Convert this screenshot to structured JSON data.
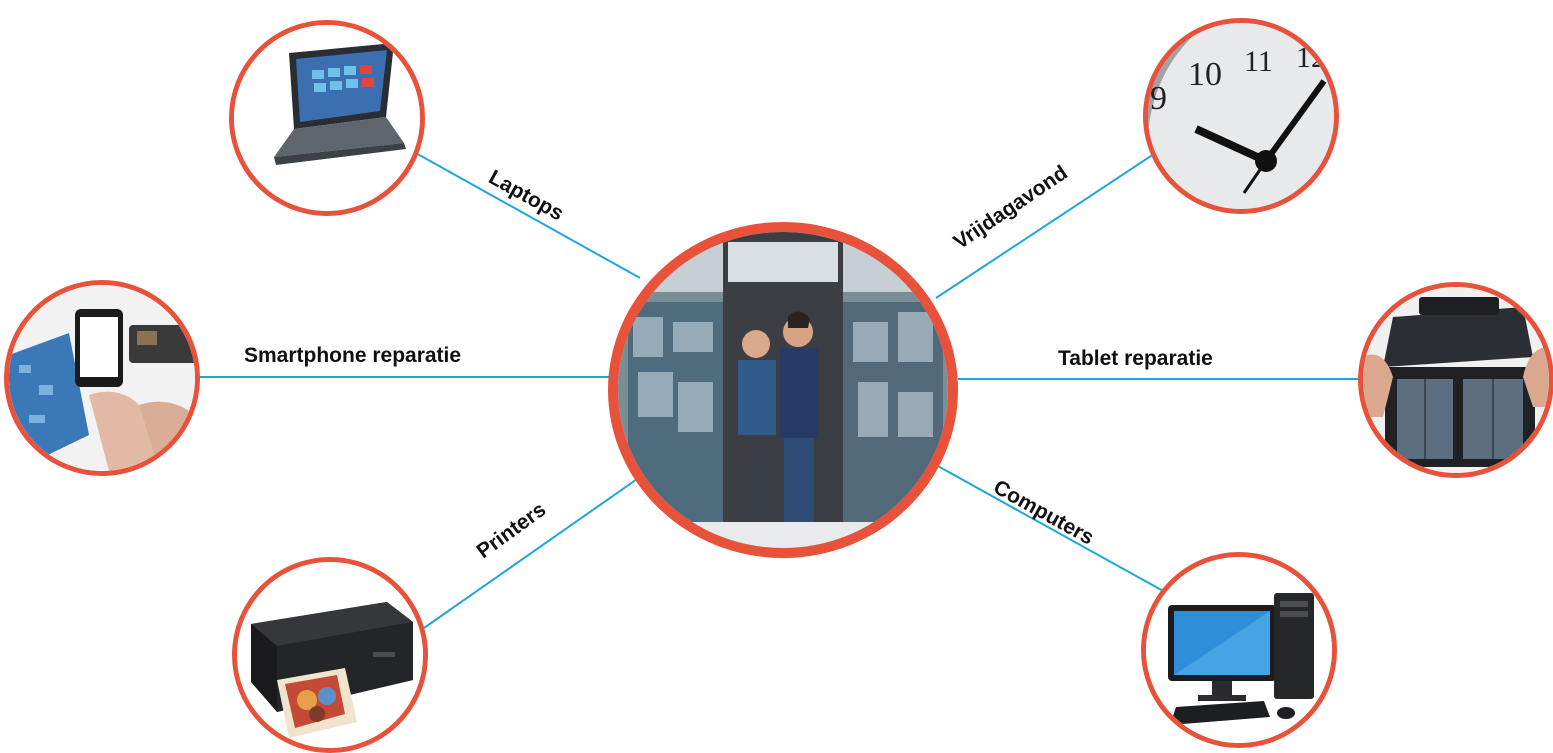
{
  "accent_color": "#e8513a",
  "line_color": "#1ea6dc",
  "center": {
    "icon": "shop-storefront-photo"
  },
  "spokes": [
    {
      "id": "laptops",
      "label": "Laptops",
      "icon": "laptop-icon"
    },
    {
      "id": "vrijdagavond",
      "label": "Vrijdagavond",
      "icon": "clock-icon"
    },
    {
      "id": "smartphone",
      "label": "Smartphone reparatie",
      "icon": "smartphone-repair-icon"
    },
    {
      "id": "tablet",
      "label": "Tablet reparatie",
      "icon": "tablet-repair-icon"
    },
    {
      "id": "printers",
      "label": "Printers",
      "icon": "printer-icon"
    },
    {
      "id": "computers",
      "label": "Computers",
      "icon": "desktop-computer-icon"
    }
  ]
}
